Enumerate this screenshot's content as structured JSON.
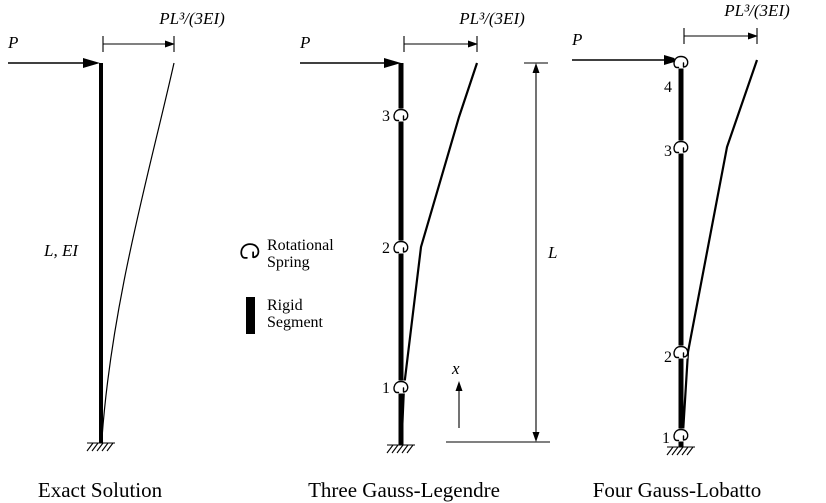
{
  "colors": {
    "ink": "#000000",
    "background": "#ffffff"
  },
  "legend": {
    "spring_line1": "Rotational",
    "spring_line2": "Spring",
    "rigid_line1": "Rigid",
    "rigid_line2": "Segment"
  },
  "exact": {
    "load_label": "P",
    "deflection_label": "PL³/(3EI)",
    "property_label": "L, EI",
    "caption": "Exact Solution"
  },
  "gauss_legendre": {
    "load_label": "P",
    "deflection_label": "PL³/(3EI)",
    "node_labels": [
      "3",
      "2",
      "1"
    ],
    "x_axis_label": "x",
    "length_label": "L",
    "caption": "Three Gauss-Legendre"
  },
  "gauss_lobatto": {
    "load_label": "P",
    "deflection_label": "PL³/(3EI)",
    "node_labels": [
      "4",
      "3",
      "2",
      "1"
    ],
    "caption": "Four Gauss-Lobatto"
  }
}
